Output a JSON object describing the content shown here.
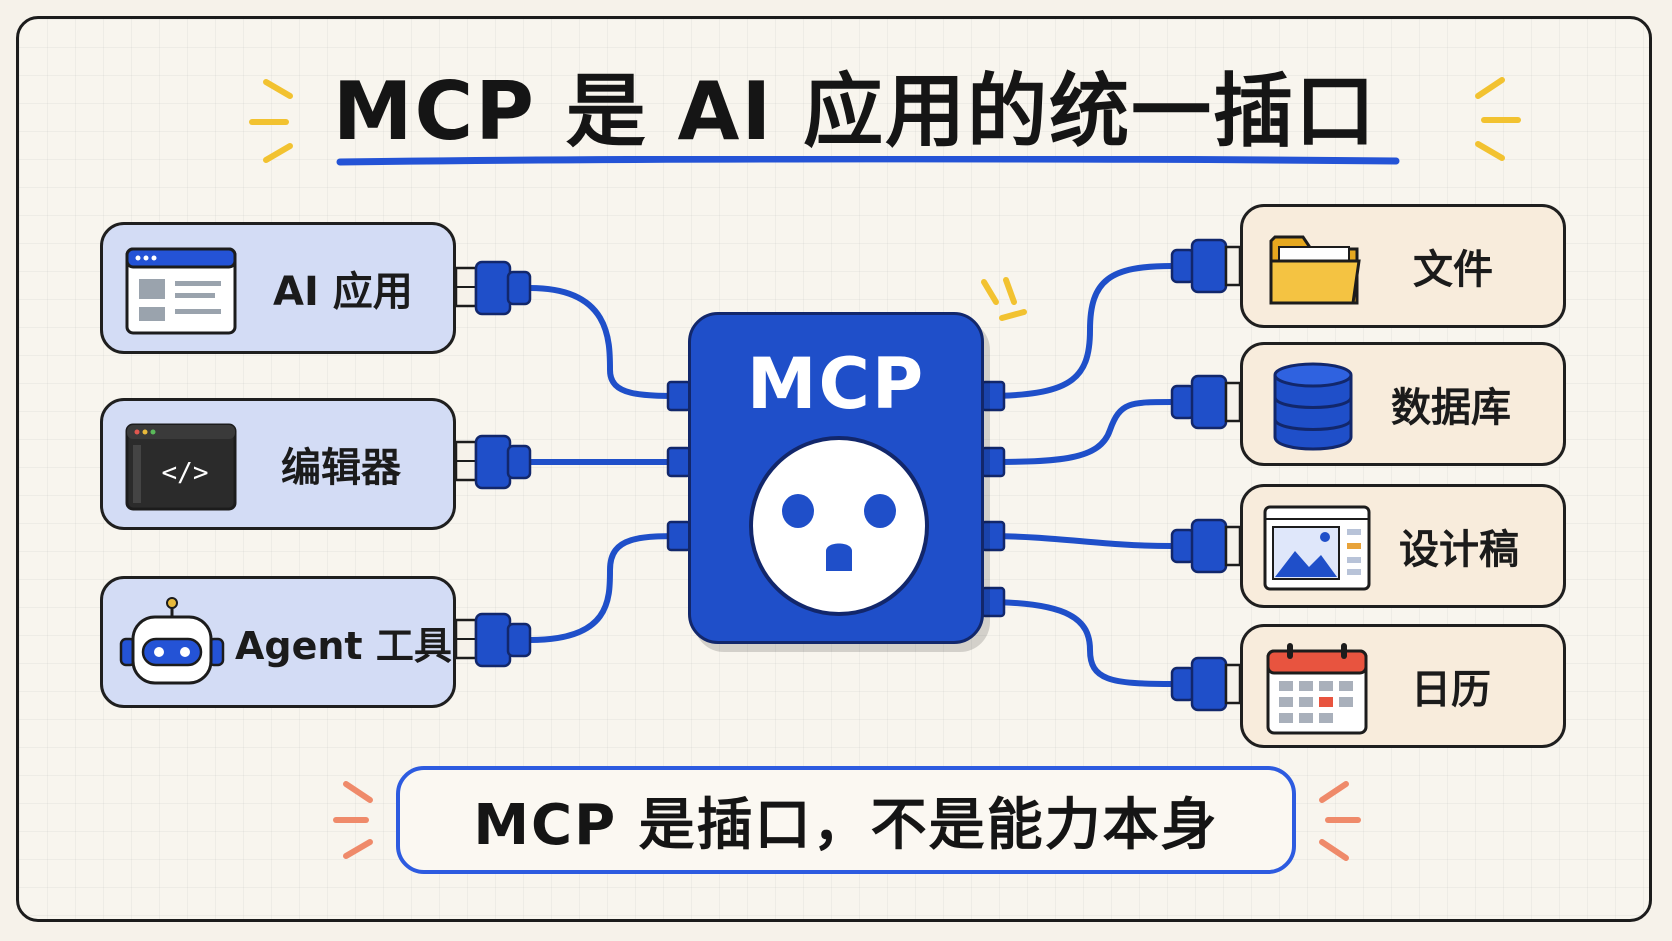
{
  "title": "MCP 是 AI 应用的统一插口",
  "hub": {
    "label": "MCP",
    "icon": "power-socket-icon"
  },
  "left_items": [
    {
      "id": "ai-app",
      "label": "AI 应用",
      "icon": "app-window-icon"
    },
    {
      "id": "editor",
      "label": "编辑器",
      "icon": "code-editor-icon"
    },
    {
      "id": "agent-tool",
      "label": "Agent 工具",
      "icon": "robot-icon"
    }
  ],
  "right_items": [
    {
      "id": "files",
      "label": "文件",
      "icon": "folder-icon"
    },
    {
      "id": "database",
      "label": "数据库",
      "icon": "database-icon"
    },
    {
      "id": "design",
      "label": "设计稿",
      "icon": "image-design-icon"
    },
    {
      "id": "calendar",
      "label": "日历",
      "icon": "calendar-icon"
    }
  ],
  "footer": "MCP 是插口，不是能力本身",
  "colors": {
    "accent_blue": "#1f4fc9",
    "left_box_fill": "#d3dcf5",
    "right_box_fill": "#f8ecdc",
    "spark_yellow": "#f2c230",
    "spark_orange": "#ef8a6a"
  }
}
